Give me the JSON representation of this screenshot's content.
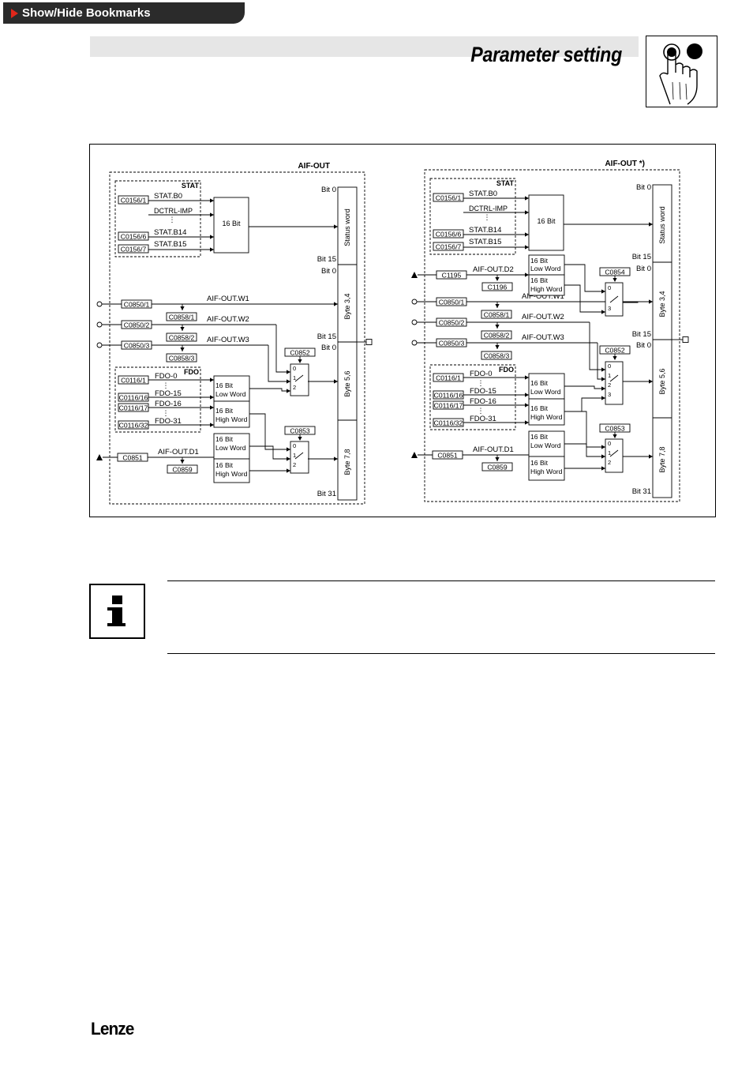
{
  "bookmarks": {
    "label": "Show/Hide Bookmarks"
  },
  "header": {
    "title": "Parameter setting",
    "icon": "hand-pressing-buttons-icon"
  },
  "footer": {
    "brand": "Lenze"
  },
  "colors": {
    "tab_bg": "#2b2b2b",
    "tab_arrow": "#e0271b",
    "header_bar": "#e6e6e6"
  },
  "diagram": {
    "left": {
      "title": "AIF-OUT",
      "stat_title": "STAT",
      "stat_codes": [
        "C0156/1",
        "C0156/6",
        "C0156/7"
      ],
      "stat_labels": [
        "STAT.B0",
        "DCTRL-IMP",
        "STAT.B14",
        "STAT.B15"
      ],
      "bit16": "16 Bit",
      "w_inputs": [
        "C0850/1",
        "C0850/2",
        "C0850/3"
      ],
      "w_selectors": [
        "C0858/1",
        "C0858/2",
        "C0858/3"
      ],
      "w_labels": [
        "AIF-OUT.W1",
        "AIF-OUT.W2",
        "AIF-OUT.W3"
      ],
      "fdo_title": "FDO",
      "fdo_codes": [
        "C0116/1",
        "C0116/16",
        "C0116/17",
        "C0116/32"
      ],
      "fdo_labels": [
        "FDO-0",
        "FDO-15",
        "FDO-16",
        "FDO-31"
      ],
      "d1_code": "C0851",
      "d1_label": "AIF-OUT.D1",
      "d1_sel": "C0859",
      "low_word": [
        "16 Bit",
        "Low Word"
      ],
      "high_word": [
        "16 Bit",
        "High Word"
      ],
      "switch_codes": [
        "C0852",
        "C0853"
      ],
      "bits": [
        "Bit 0",
        "Bit 15",
        "Bit 0",
        "Bit 15",
        "Bit 0",
        "Bit 31"
      ],
      "bytes": [
        "Status word",
        "Byte 3,4",
        "Byte 5,6",
        "Byte 7,8"
      ]
    },
    "right": {
      "title": "AIF-OUT *)",
      "stat_title": "STAT",
      "stat_codes": [
        "C0156/1",
        "C0156/6",
        "C0156/7"
      ],
      "stat_labels": [
        "STAT.B0",
        "DCTRL-IMP",
        "STAT.B14",
        "STAT.B15"
      ],
      "bit16": "16 Bit",
      "d2_code": "C1195",
      "d2_label": "AIF-OUT.D2",
      "d2_sel": "C1196",
      "w_inputs": [
        "C0850/1",
        "C0850/2",
        "C0850/3"
      ],
      "w_selectors": [
        "C0858/1",
        "C0858/2",
        "C0858/3"
      ],
      "w_labels": [
        "AIF-OUT.W1",
        "AIF-OUT.W2",
        "AIF-OUT.W3"
      ],
      "fdo_title": "FDO",
      "fdo_codes": [
        "C0116/1",
        "C0116/16",
        "C0116/17",
        "C0116/32"
      ],
      "fdo_labels": [
        "FDO-0",
        "FDO-15",
        "FDO-16",
        "FDO-31"
      ],
      "d1_code": "C0851",
      "d1_label": "AIF-OUT.D1",
      "d1_sel": "C0859",
      "low_word": [
        "16 Bit",
        "Low Word"
      ],
      "high_word": [
        "16 Bit",
        "High Word"
      ],
      "switch_codes": [
        "C0854",
        "C0852",
        "C0853"
      ],
      "bits": [
        "Bit 0",
        "Bit 15",
        "Bit 0",
        "Bit 15",
        "Bit 0",
        "Bit 31"
      ],
      "bytes": [
        "Status word",
        "Byte 3,4",
        "Byte 5,6",
        "Byte 7,8"
      ]
    }
  }
}
